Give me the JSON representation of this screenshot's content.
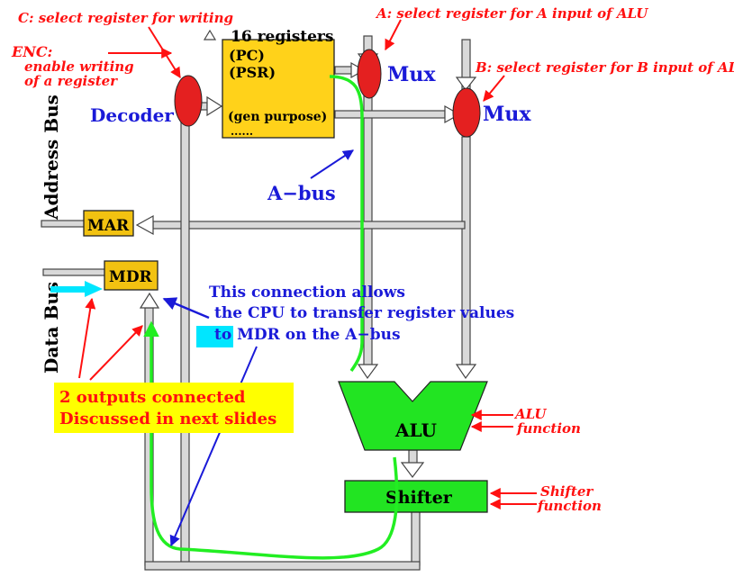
{
  "colors": {
    "register": "#ffd21a",
    "mar_mdr": "#f2c211",
    "mux": "#e42020",
    "alu": "#22e422",
    "annotation_red": "#ff1010",
    "annotation_blue": "#1a1ad8",
    "highlight_yellow": "#ffff00",
    "highlight_cyan": "#00e6ff",
    "path_green": "#22ee22"
  },
  "labels": {
    "c_select": "C: select register for writing",
    "a_select": "A: select register for A input of ALU",
    "b_select": "B: select register for B input of AL",
    "enc_title": "ENC:",
    "enc_line1": "enable writing",
    "enc_line2": "of a register",
    "registers_title": "16 registers",
    "reg_pc": "(PC)",
    "reg_psr": "(PSR)",
    "reg_gen": "(gen purpose)",
    "reg_dots": "......",
    "mux_a": "Mux",
    "mux_b": "Mux",
    "decoder": "Decoder",
    "address_bus": "Address Bus",
    "a_bus": "A−bus",
    "mar": "MAR",
    "mdr": "MDR",
    "data_bus": "Data Bus",
    "connection_note_1": "This connection allows",
    "connection_note_2": "the CPU to transfer register values",
    "connection_note_3": "to MDR on the A−bus",
    "outputs_note_1": "2 outputs connected",
    "outputs_note_2": "Discussed in next slides",
    "alu": "ALU",
    "alu_function_1": "ALU",
    "alu_function_2": "function",
    "shifter": "Shifter",
    "shifter_function_1": "Shifter",
    "shifter_function_2": "function"
  }
}
